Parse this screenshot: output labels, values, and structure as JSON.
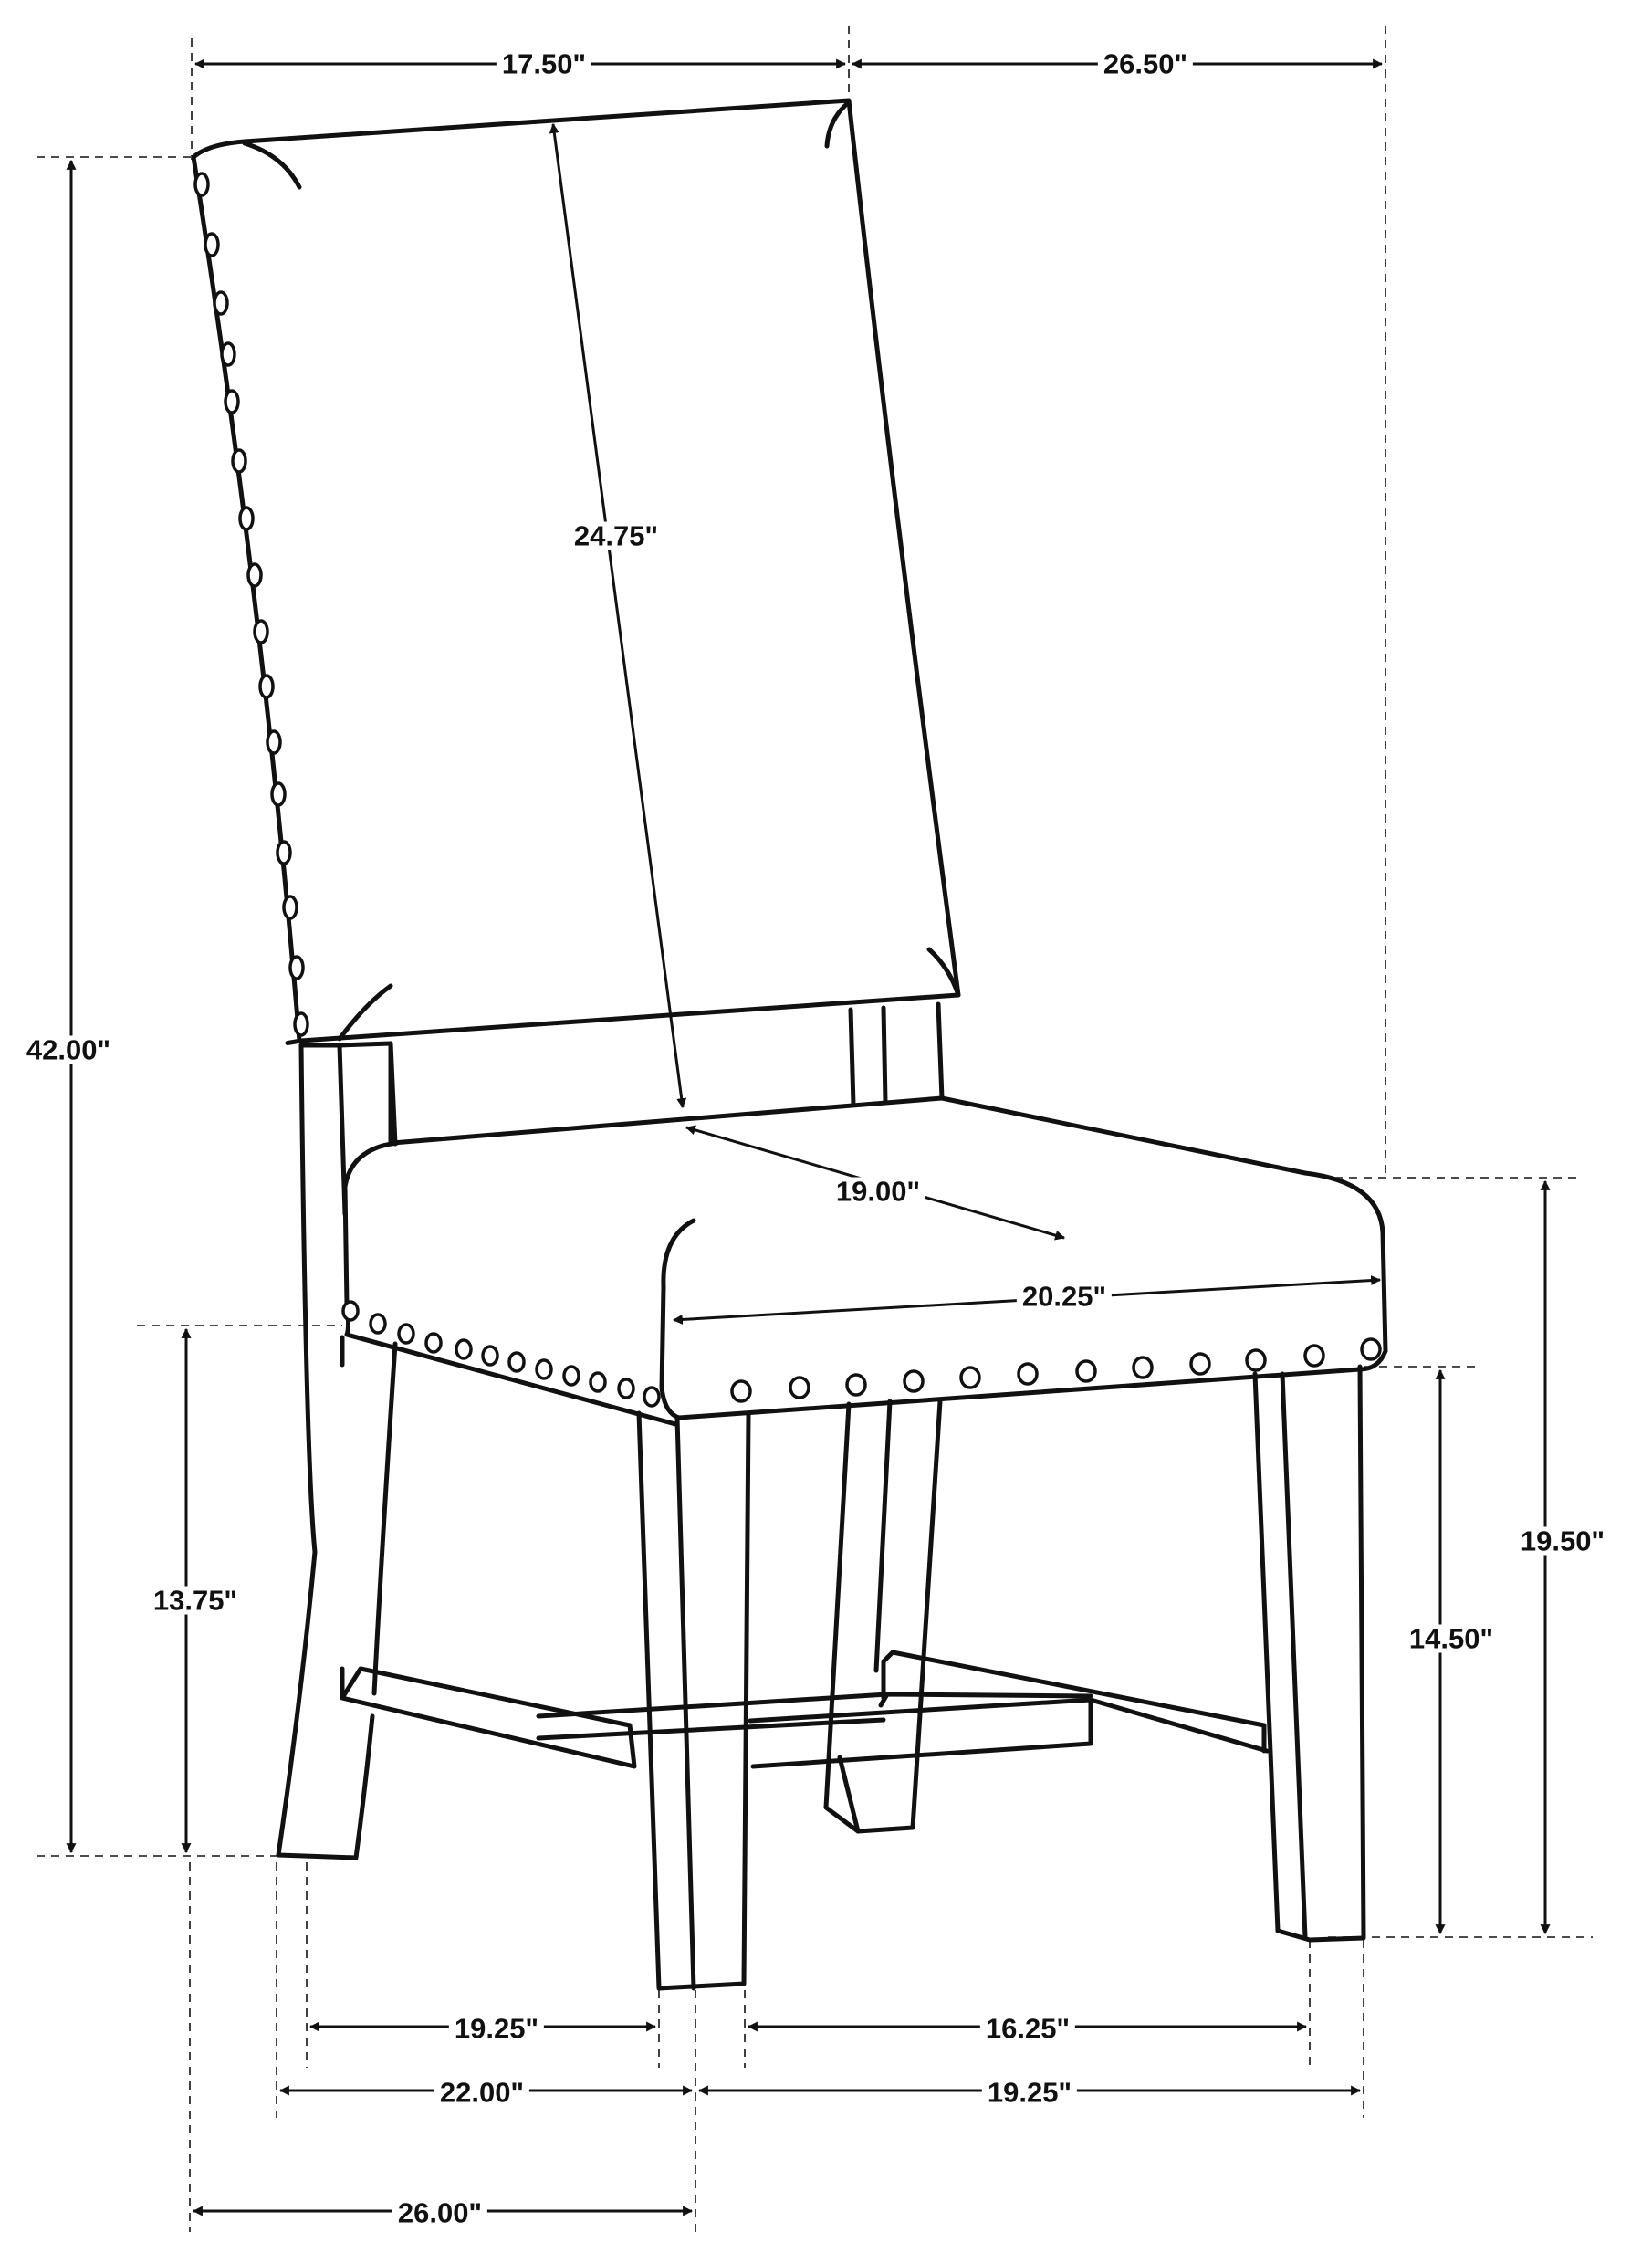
{
  "dimensions": {
    "back_width": "17.50\"",
    "overall_depth": "26.50\"",
    "overall_height": "42.00\"",
    "back_height": "24.75\"",
    "seat_depth": "19.00\"",
    "seat_width": "20.25\"",
    "seat_height": "19.50\"",
    "apron_height": "14.50\"",
    "side_stretcher_height": "13.75\"",
    "leg_span_side": "19.25\"",
    "leg_span_front": "16.25\"",
    "base_width": "22.00\"",
    "base_depth": "19.25\"",
    "overall_width": "26.00\""
  }
}
